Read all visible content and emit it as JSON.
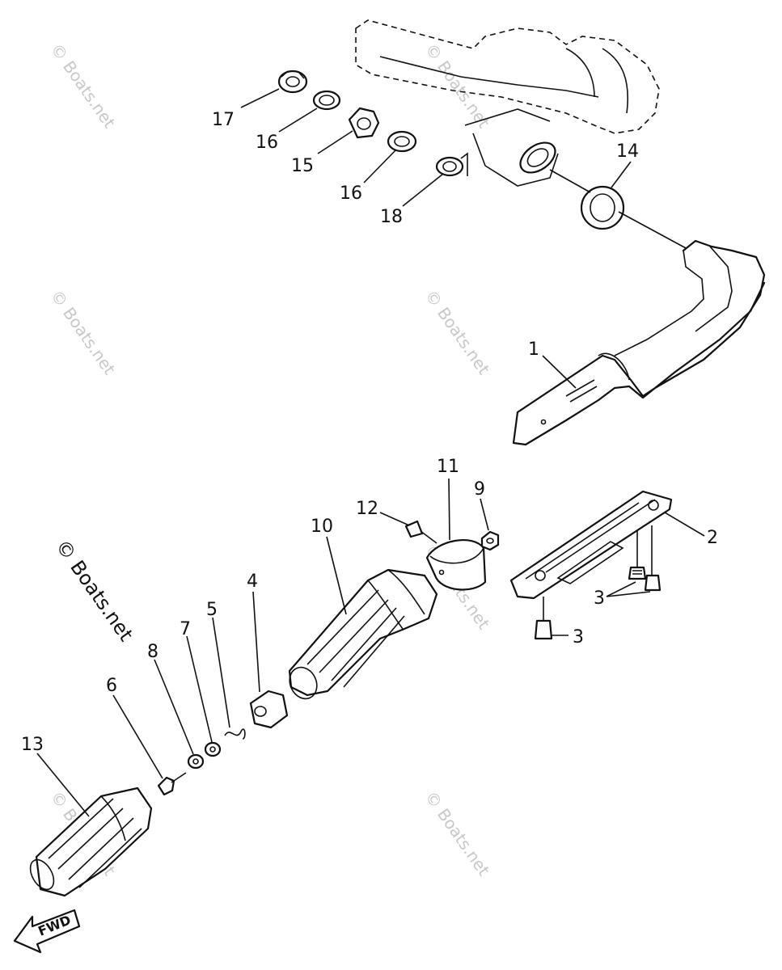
{
  "diagram": {
    "watermark_text": "© Boats.net",
    "fwd_label": "FWD",
    "callouts": {
      "c1": "1",
      "c2": "2",
      "c3a": "3",
      "c3b": "3",
      "c4": "4",
      "c5": "5",
      "c6": "6",
      "c7": "7",
      "c8": "8",
      "c9": "9",
      "c10": "10",
      "c11": "11",
      "c12": "12",
      "c13": "13",
      "c14": "14",
      "c15": "15",
      "c16a": "16",
      "c16b": "16",
      "c17": "17",
      "c18": "18"
    }
  }
}
